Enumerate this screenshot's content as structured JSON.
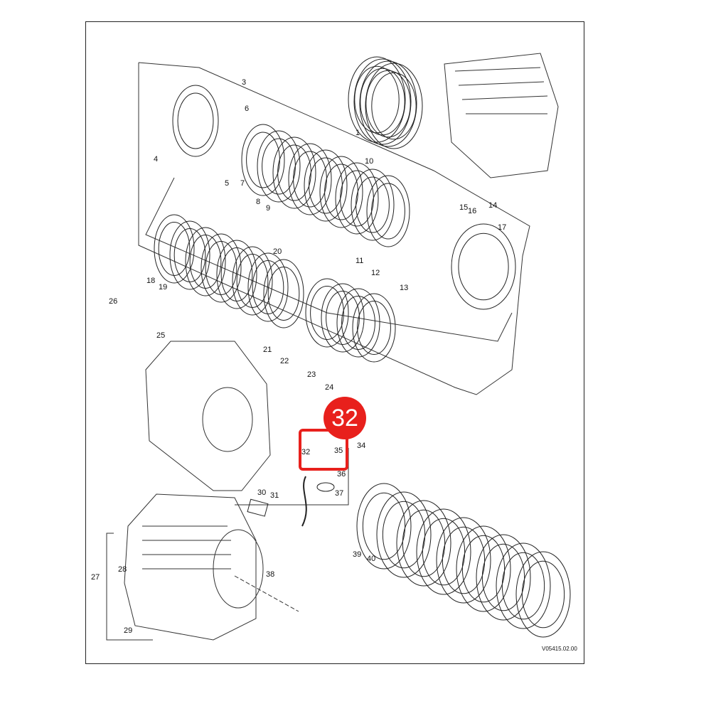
{
  "diagram": {
    "drawing_code": "V05415.02.00",
    "highlight": {
      "label": "32",
      "color": "#e8201c"
    },
    "callouts": [
      {
        "id": "1",
        "text": "1"
      },
      {
        "id": "3",
        "text": "3"
      },
      {
        "id": "4",
        "text": "4"
      },
      {
        "id": "5",
        "text": "5"
      },
      {
        "id": "6",
        "text": "6"
      },
      {
        "id": "7",
        "text": "7"
      },
      {
        "id": "8",
        "text": "8"
      },
      {
        "id": "9",
        "text": "9"
      },
      {
        "id": "10",
        "text": "10"
      },
      {
        "id": "11",
        "text": "11"
      },
      {
        "id": "12",
        "text": "12"
      },
      {
        "id": "13",
        "text": "13"
      },
      {
        "id": "14",
        "text": "14"
      },
      {
        "id": "15",
        "text": "15"
      },
      {
        "id": "16",
        "text": "16"
      },
      {
        "id": "17",
        "text": "17"
      },
      {
        "id": "18",
        "text": "18"
      },
      {
        "id": "19",
        "text": "19"
      },
      {
        "id": "20",
        "text": "20"
      },
      {
        "id": "21",
        "text": "21"
      },
      {
        "id": "22",
        "text": "22"
      },
      {
        "id": "23",
        "text": "23"
      },
      {
        "id": "24",
        "text": "24"
      },
      {
        "id": "25",
        "text": "25"
      },
      {
        "id": "26",
        "text": "26"
      },
      {
        "id": "27",
        "text": "27"
      },
      {
        "id": "28",
        "text": "28"
      },
      {
        "id": "29",
        "text": "29"
      },
      {
        "id": "30",
        "text": "30"
      },
      {
        "id": "31",
        "text": "31"
      },
      {
        "id": "32",
        "text": "32"
      },
      {
        "id": "34",
        "text": "34"
      },
      {
        "id": "35",
        "text": "35"
      },
      {
        "id": "36",
        "text": "36"
      },
      {
        "id": "37",
        "text": "37"
      },
      {
        "id": "38",
        "text": "38"
      },
      {
        "id": "39",
        "text": "39"
      },
      {
        "id": "40",
        "text": "40"
      }
    ]
  }
}
